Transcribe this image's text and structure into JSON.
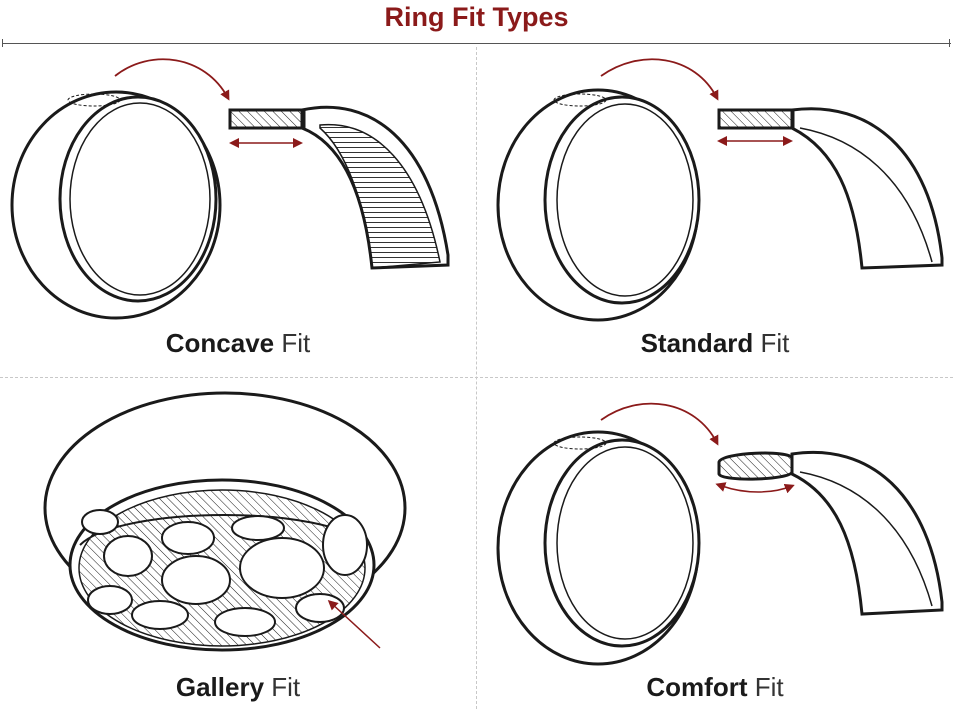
{
  "title": "Ring Fit Types",
  "colors": {
    "accent": "#8b1a1a",
    "line": "#1a1a1a",
    "divider": "#c8c8c8"
  },
  "panels": [
    {
      "bold": "Concave",
      "rest": " Fit"
    },
    {
      "bold": "Standard",
      "rest": " Fit"
    },
    {
      "bold": "Gallery",
      "rest": " Fit"
    },
    {
      "bold": "Comfort",
      "rest": " Fit"
    }
  ]
}
